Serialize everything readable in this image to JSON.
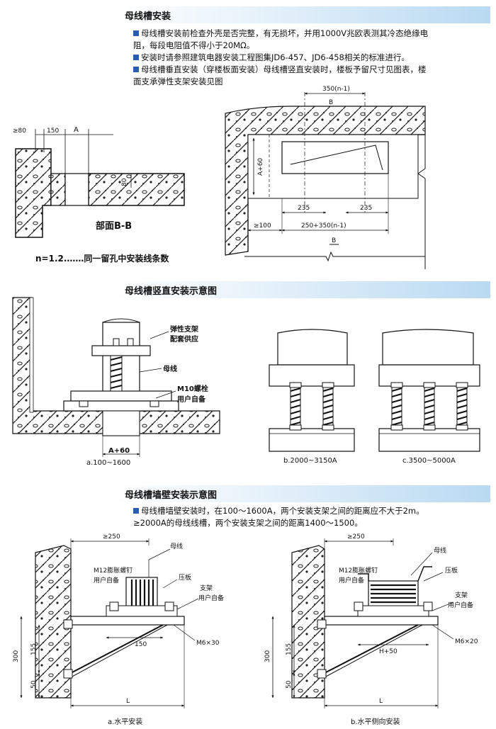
{
  "sections": {
    "s1": {
      "title": "母线槽安装"
    },
    "s2": {
      "title": "母线槽竖直安装示意图"
    },
    "s3": {
      "title": "母线槽墙壁安装示意图"
    }
  },
  "intro": {
    "b1": "母线槽安装前检查外壳是否完整，有无损坏，并用1000V兆欧表测其冷态绝缘电阻，每段电阻值不得小于20MΩ。",
    "b2": "安装时请参照建筑电器安装工程图集JD6-457、JD6-458相关的标准进行。",
    "b3": "母线槽垂直安装（穿楼板面安装）母线槽竖直安装时，楼板予留尺寸见图表，楼面支承弹性支架安装见图"
  },
  "wall_note": {
    "line1": "母线槽墙壁安装时，在100～1600A，两个安装支架之间的距离应不大于2m。",
    "line2": "≥2000A的母线线槽，两个安装支架之间的距离1400～1500。"
  },
  "fig1": {
    "dim_80": "≥80",
    "dim_150": "150",
    "dim_a": "A",
    "dim_80b": "80",
    "section_label": "部面B-B",
    "note": "n=1.2.……同一留孔中安装线条数"
  },
  "fig2": {
    "dim_top": "350(n-1)",
    "b_top": "B",
    "a60": "A+60",
    "d235a": "235",
    "d235b": "235",
    "d100": "≥100",
    "dtotal": "250+350(n-1)",
    "b_bot": "B"
  },
  "fig3": {
    "spring_support": "弹性支架",
    "spring_supply": "配套供应",
    "busbar": "母线",
    "bolt": "M10螺栓",
    "bolt_supply": "用户自备",
    "dim": "A+60",
    "caption": "a.100~1600"
  },
  "fig4": {
    "caption": "b.2000~3150A"
  },
  "fig5": {
    "caption": "c.3500~5000A"
  },
  "fig6": {
    "dim250": "≥250",
    "busbar": "母线",
    "anchor": "M12膨胀螺钉",
    "anchor_supply": "用户自备",
    "plate": "压板",
    "support": "支架",
    "support_supply": "用户自备",
    "d150": "150",
    "m6": "M6×30",
    "d300": "300",
    "d155": "155",
    "d50": "50",
    "dl": "L",
    "caption": "a.水平安装"
  },
  "fig7": {
    "dim250": "≥250",
    "busbar": "母线",
    "anchor": "M12膨胀螺钉",
    "anchor_supply": "用户自备",
    "plate": "压板",
    "support": "支架",
    "support_supply": "用户自备",
    "dh50": "H+50",
    "m6": "M6×20",
    "d300": "300",
    "d155": "155",
    "d50": "50",
    "dl": "L",
    "caption": "b.水平侧向安装"
  }
}
